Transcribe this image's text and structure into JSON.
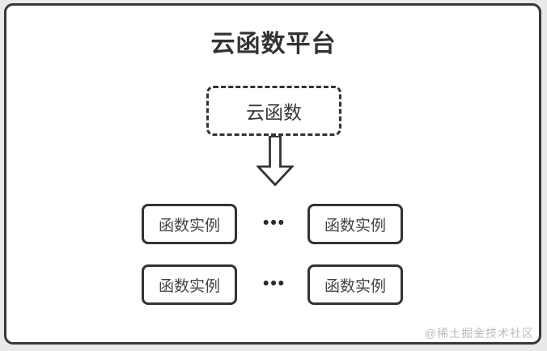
{
  "title": "云函数平台",
  "cloud_function": {
    "label": "云函数"
  },
  "rows": [
    {
      "left_label": "函数实例",
      "ellipsis": "•••",
      "right_label": "函数实例"
    },
    {
      "left_label": "函数实例",
      "ellipsis": "•••",
      "right_label": "函数实例"
    }
  ],
  "watermark": "@稀土掘金技术社区",
  "icons": {
    "arrow": "down-arrow"
  },
  "colors": {
    "page_background": "#e9e9e9",
    "frame_border": "#383838",
    "node_border": "#333333",
    "title_text": "#333333",
    "node_text": "#444444",
    "watermark_text": "#bcbcbc"
  }
}
